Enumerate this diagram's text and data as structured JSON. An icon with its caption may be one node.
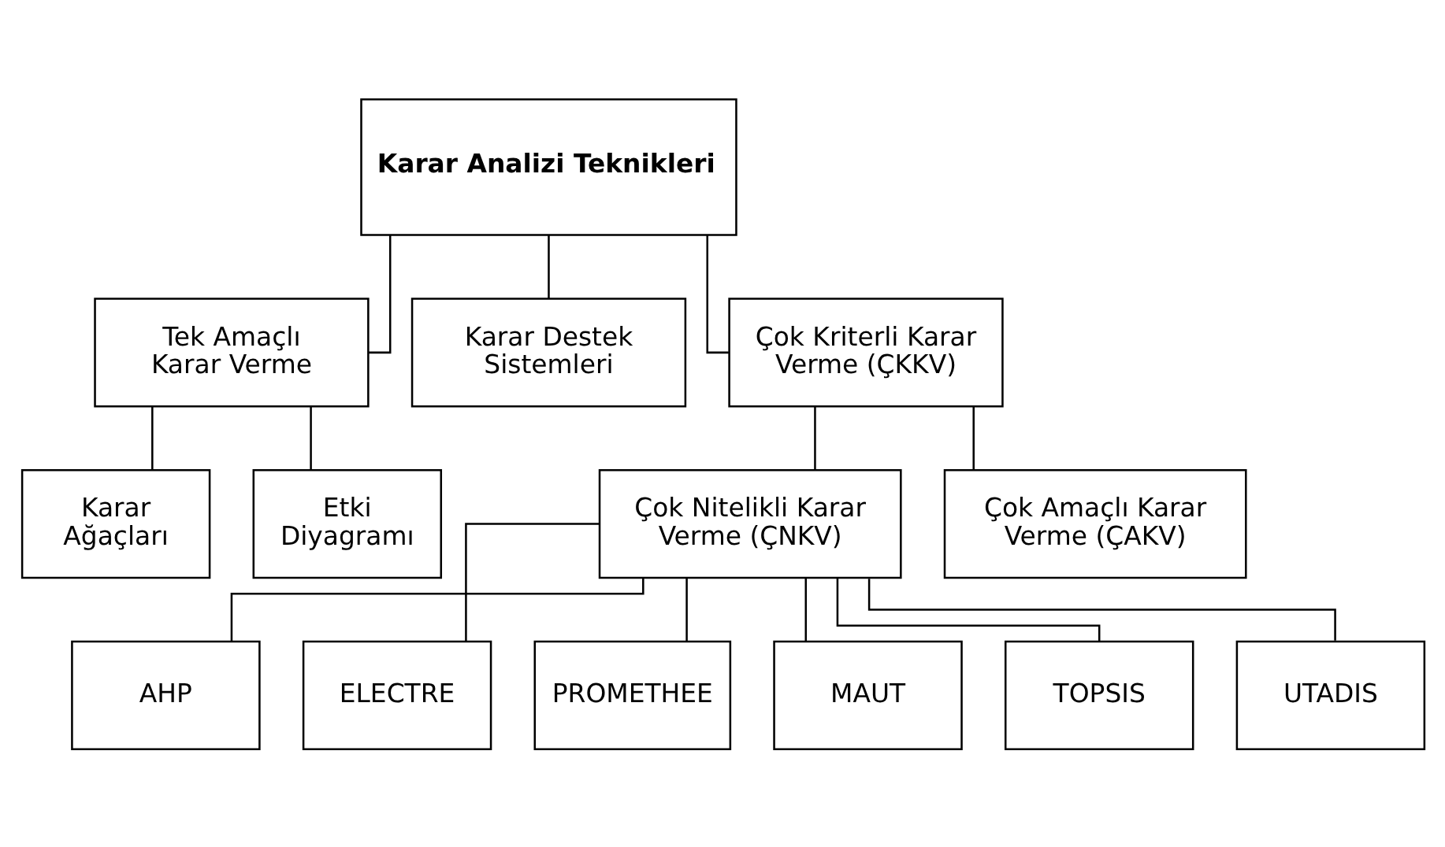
{
  "diagram": {
    "nodes": [
      {
        "text": [
          "Karar Analizi Teknikleri"
        ]
      },
      {
        "text": [
          "Tek Amaçlı Karar Verme"
        ]
      },
      {
        "text": [
          "Karar Destek Sistemleri"
        ]
      },
      {
        "text": [
          "Çok Kriterli Karar Verme (ÇKKV)"
        ]
      },
      {
        "text": [
          "Karar Ağaçları"
        ]
      },
      {
        "text": [
          "Etki Diyagramı"
        ]
      },
      {
        "text": [
          "Çok Nitelikli Karar Verme (ÇNKV)"
        ]
      },
      {
        "text": [
          "Çok Amaçlı Karar Verme (ÇAKV)"
        ]
      },
      {
        "text": [
          "AHP"
        ]
      },
      {
        "text": [
          "ELECTRE"
        ]
      },
      {
        "text": [
          "PROMETHEE"
        ]
      },
      {
        "text": [
          "MAUT"
        ]
      },
      {
        "text": [
          "TOPSIS"
        ]
      },
      {
        "text": [
          "UTADIS"
        ]
      }
    ],
    "edges": [
      {
        "from": 0,
        "to": 1,
        "arrow": "none"
      },
      {
        "from": 0,
        "to": 2,
        "arrow": "none"
      },
      {
        "from": 0,
        "to": 3,
        "arrow": "none"
      },
      {
        "from": 1,
        "to": 4,
        "arrow": "none"
      },
      {
        "from": 1,
        "to": 5,
        "arrow": "none"
      },
      {
        "from": 3,
        "to": 6,
        "arrow": "none"
      },
      {
        "from": 3,
        "to": 7,
        "arrow": "none"
      },
      {
        "from": 6,
        "to": 8,
        "arrow": "none"
      },
      {
        "from": 6,
        "to": 9,
        "arrow": "none"
      },
      {
        "from": 6,
        "to": 10,
        "arrow": "none"
      },
      {
        "from": 6,
        "to": 11,
        "arrow": "none"
      },
      {
        "from": 6,
        "to": 12,
        "arrow": "none"
      },
      {
        "from": 6,
        "to": 13,
        "arrow": "none"
      }
    ]
  }
}
